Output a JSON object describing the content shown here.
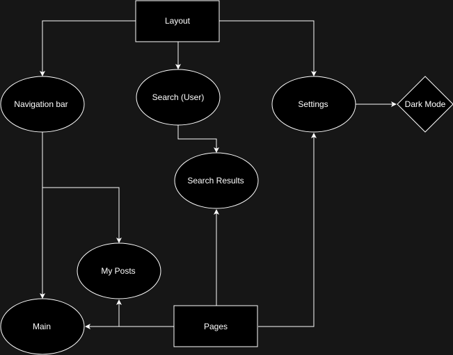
{
  "diagram": {
    "nodes": {
      "layout": "Layout",
      "navigation_bar": "Navigation bar",
      "search_user": "Search (User)",
      "settings": "Settings",
      "dark_mode": "Dark Mode",
      "search_results": "Search Results",
      "my_posts": "My Posts",
      "main": "Main",
      "pages": "Pages"
    },
    "edges": [
      {
        "from": "layout",
        "to": "navigation_bar"
      },
      {
        "from": "layout",
        "to": "search_user"
      },
      {
        "from": "layout",
        "to": "settings"
      },
      {
        "from": "settings",
        "to": "dark_mode"
      },
      {
        "from": "search_user",
        "to": "search_results"
      },
      {
        "from": "navigation_bar",
        "to": "main"
      },
      {
        "from": "navigation_bar",
        "to": "my_posts"
      },
      {
        "from": "pages",
        "to": "main"
      },
      {
        "from": "pages",
        "to": "my_posts"
      },
      {
        "from": "pages",
        "to": "search_results"
      },
      {
        "from": "pages",
        "to": "settings"
      }
    ],
    "colors": {
      "background": "#161616",
      "node_fill": "#000000",
      "stroke": "#ffffff",
      "text": "#ffffff"
    }
  }
}
